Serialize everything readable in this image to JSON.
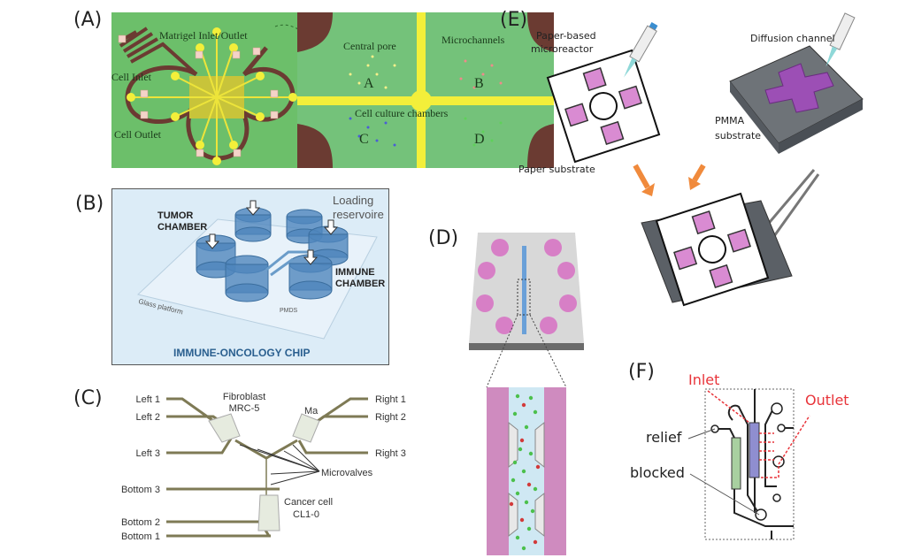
{
  "panels": {
    "A": {
      "label": "(A)",
      "matrigel": "Matrigel Inlet/Outlet",
      "cell_inlet": "Cell Inlet",
      "cell_outlet": "Cell Outlet",
      "central_pore": "Central pore",
      "microchannels": "Microchannels",
      "culture_chambers": "Cell culture chambers",
      "chamber_a": "A",
      "chamber_b": "B",
      "chamber_c": "C",
      "chamber_d": "D"
    },
    "B": {
      "label": "(B)",
      "tumor_1": "TUMOR",
      "tumor_2": "CHAMBER",
      "loading_1": "Loading",
      "loading_2": "reservoire",
      "immune_1": "IMMUNE",
      "immune_2": "CHAMBER",
      "glass": "Glass platform",
      "pmds": "PMDS",
      "title": "IMMUNE-ONCOLOGY CHIP"
    },
    "C": {
      "label": "(C)",
      "left": [
        "Left 1",
        "Left 2",
        "Left 3"
      ],
      "right": [
        "Right 1",
        "Right 2",
        "Right 3"
      ],
      "bottom": [
        "Bottom 3",
        "Bottom 2",
        "Bottom 1"
      ],
      "fibroblast_1": "Fibroblast",
      "fibroblast_2": "MRC-5",
      "ma": "Ma",
      "microvalves": "Microvalves",
      "cancer_1": "Cancer cell",
      "cancer_2": "CL1-0"
    },
    "D": {
      "label": "(D)"
    },
    "E": {
      "label": "(E)",
      "paper_reactor_1": "Paper-based",
      "paper_reactor_2": "microreactor",
      "paper_substrate": "Paper substrate",
      "diffusion": "Diffusion channel",
      "pmma_1": "PMMA",
      "pmma_2": "substrate"
    },
    "F": {
      "label": "(F)",
      "inlet": "Inlet",
      "outlet": "Outlet",
      "relief": "relief",
      "blocked": "blocked"
    }
  },
  "colors": {
    "chip_green": "#6cbf6a",
    "channel_brown": "#6b3b32",
    "yellow": "#f3ef3a",
    "chamber_blue": "#4f86bd",
    "pink": "#d77fc6",
    "arrow_orange": "#f08a3c",
    "red_label": "#e8343a"
  }
}
